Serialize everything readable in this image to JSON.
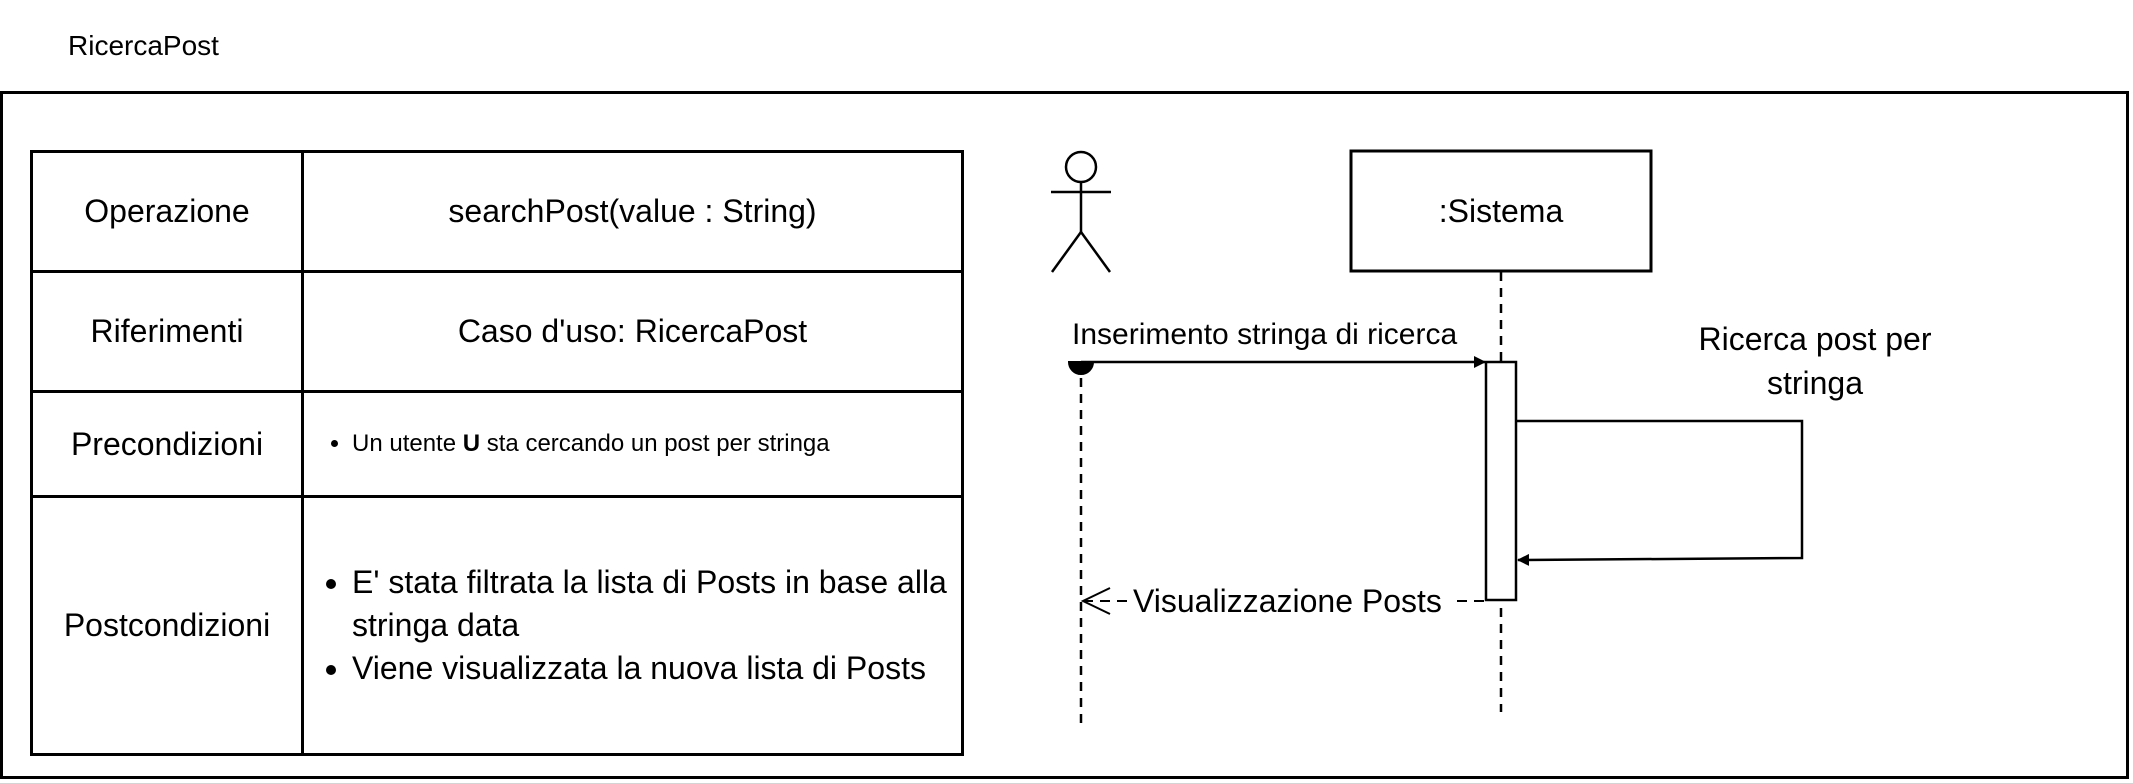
{
  "diagram_title": "RicercaPost",
  "contract_table": {
    "rows": [
      {
        "key": "Operazione",
        "value": "searchPost(value : String)"
      },
      {
        "key": "Riferimenti",
        "value": "Caso d'uso: RicercaPost"
      },
      {
        "key": "Precondizioni",
        "bullets": [
          {
            "pre": "Un utente ",
            "bold": "U",
            "post": " sta cercando un post per stringa"
          }
        ]
      },
      {
        "key": "Postcondizioni",
        "bullets": [
          "E' stata filtrata la lista di Posts in base alla stringa data",
          "Viene visualizzata la nuova lista di Posts"
        ]
      }
    ]
  },
  "sequence": {
    "system_label": ":Sistema",
    "message_in": "Inserimento stringa di ricerca",
    "self_message_line1": "Ricerca post per",
    "self_message_line2": "stringa",
    "return_message": "Visualizzazione Posts"
  }
}
